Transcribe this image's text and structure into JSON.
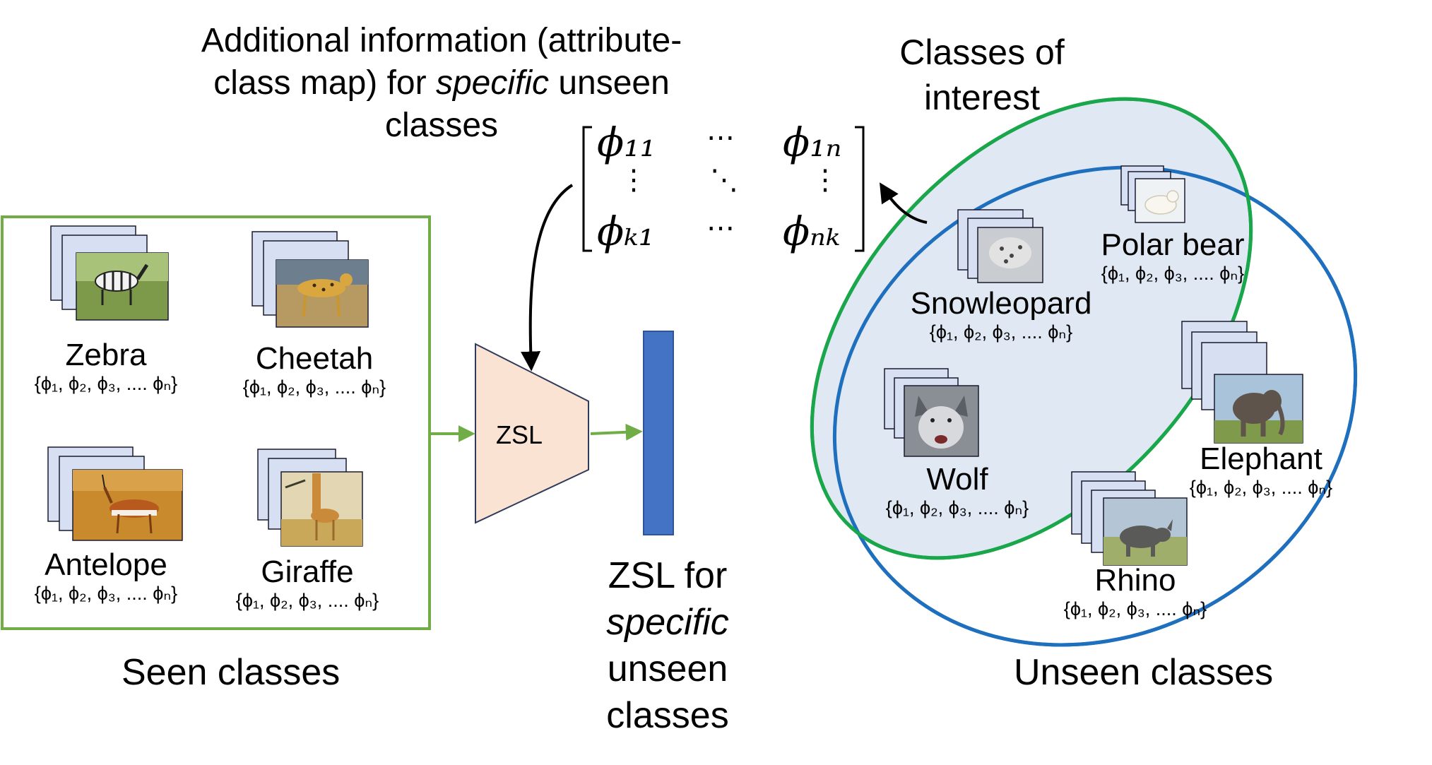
{
  "top_note": {
    "line1": "Additional information (attribute-",
    "line2_pre": "class map) for ",
    "line2_em": "specific",
    "line2_post": " unseen",
    "line3": "classes"
  },
  "matrix": {
    "top_left": "ϕ₁₁",
    "top_mid": "⋯",
    "top_right": "ϕ₁ₙ",
    "mid_left": "⋮",
    "mid_mid": "⋱",
    "mid_right": "⋮",
    "bot_left": "ϕₖ₁",
    "bot_mid": "⋯",
    "bot_right": "ϕₙₖ"
  },
  "classes_of_interest": {
    "line1": "Classes of",
    "line2": "interest"
  },
  "seen": {
    "title": "Seen classes",
    "items": [
      {
        "name": "Zebra",
        "attrs": "{ϕ₁, ϕ₂, ϕ₃, .... ϕₙ}"
      },
      {
        "name": "Cheetah",
        "attrs": "{ϕ₁, ϕ₂, ϕ₃, .... ϕₙ}"
      },
      {
        "name": "Antelope",
        "attrs": "{ϕ₁, ϕ₂, ϕ₃, .... ϕₙ}"
      },
      {
        "name": "Giraffe",
        "attrs": "{ϕ₁, ϕ₂, ϕ₃, .... ϕₙ}"
      }
    ]
  },
  "zsl_box": {
    "label": "ZSL"
  },
  "zsl_output": {
    "line1": "ZSL for",
    "line2": "specific",
    "line3": "unseen",
    "line4": "classes"
  },
  "unseen": {
    "title": "Unseen classes",
    "items": [
      {
        "name": "Polar bear",
        "attrs": "{ϕ₁, ϕ₂, ϕ₃, .... ϕₙ}"
      },
      {
        "name": "Snowleopard",
        "attrs": "{ϕ₁, ϕ₂, ϕ₃, .... ϕₙ}"
      },
      {
        "name": "Elephant",
        "attrs": "{ϕ₁, ϕ₂, ϕ₃, .... ϕₙ}"
      },
      {
        "name": "Wolf",
        "attrs": "{ϕ₁, ϕ₂, ϕ₃, .... ϕₙ}"
      },
      {
        "name": "Rhino",
        "attrs": "{ϕ₁, ϕ₂, ϕ₃, .... ϕₙ}"
      }
    ]
  },
  "colors": {
    "seen_border": "#70ad47",
    "green_ellipse": "#1aa64a",
    "blue_ellipse": "#1f6fbf",
    "ellipse_fill": "#dde5f3",
    "stack_fill": "#d6e0f2",
    "zsl_fill": "#fbe3d3",
    "output_bar": "#4472c4",
    "arrow": "#70ad47"
  },
  "icons": {
    "zebra": "zebra-photo-icon",
    "cheetah": "cheetah-photo-icon",
    "antelope": "antelope-photo-icon",
    "giraffe": "giraffe-photo-icon",
    "polar_bear": "polar-bear-photo-icon",
    "snowleopard": "snowleopard-photo-icon",
    "wolf": "wolf-photo-icon",
    "elephant": "elephant-photo-icon",
    "rhino": "rhino-photo-icon"
  }
}
